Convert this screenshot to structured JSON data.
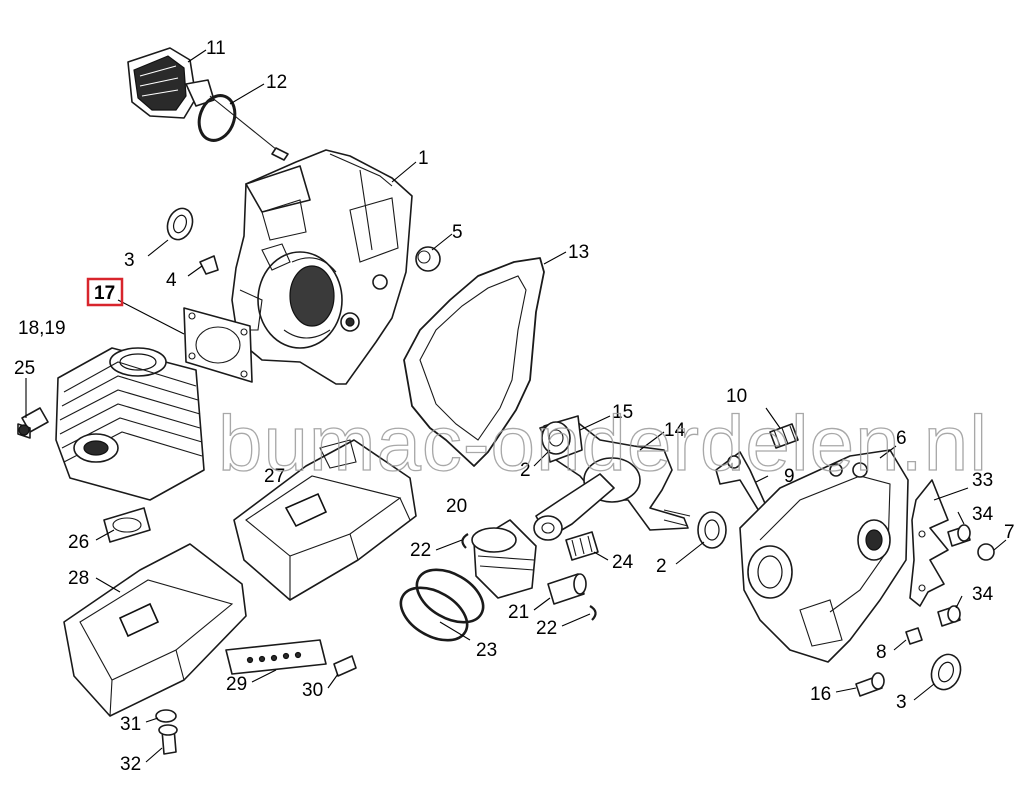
{
  "watermark": "bumac-onderdelen.nl",
  "highlight_color": "#d8252c",
  "highlighted_callout": "17",
  "callouts": {
    "c11": "11",
    "c12": "12",
    "c1": "1",
    "c3a": "3",
    "c5": "5",
    "c4": "4",
    "c13": "13",
    "c17": "17",
    "c1819": "18,19",
    "c25": "25",
    "c10": "10",
    "c15": "15",
    "c14": "14",
    "c6": "6",
    "c2a": "2",
    "c9": "9",
    "c27": "27",
    "c20": "20",
    "c33": "33",
    "c34a": "34",
    "c7": "7",
    "c26": "26",
    "c22a": "22",
    "c24": "24",
    "c2b": "2",
    "c28": "28",
    "c21": "21",
    "c22b": "22",
    "c34b": "34",
    "c23": "23",
    "c8": "8",
    "c29": "29",
    "c30": "30",
    "c16": "16",
    "c3b": "3",
    "c31": "31",
    "c32": "32"
  }
}
